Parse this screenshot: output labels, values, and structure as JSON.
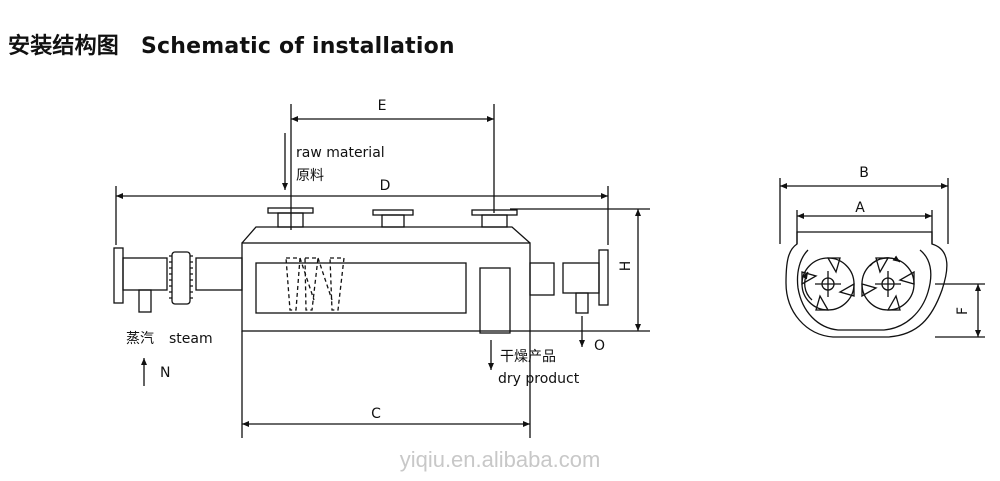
{
  "title": {
    "zh": "安装结构图",
    "en": "Schematic of installation"
  },
  "labels": {
    "raw_material_en": "raw material",
    "raw_material_zh": "原料",
    "steam_zh": "蒸汽",
    "steam_en": "steam",
    "dry_product_zh": "干燥产品",
    "dry_product_en": "dry product",
    "N": "N",
    "O": "O"
  },
  "dimensions": {
    "A": "A",
    "B": "B",
    "C": "C",
    "D": "D",
    "E": "E",
    "F": "F",
    "H": "H"
  },
  "watermark": "yiqiu.en.alibaba.com"
}
